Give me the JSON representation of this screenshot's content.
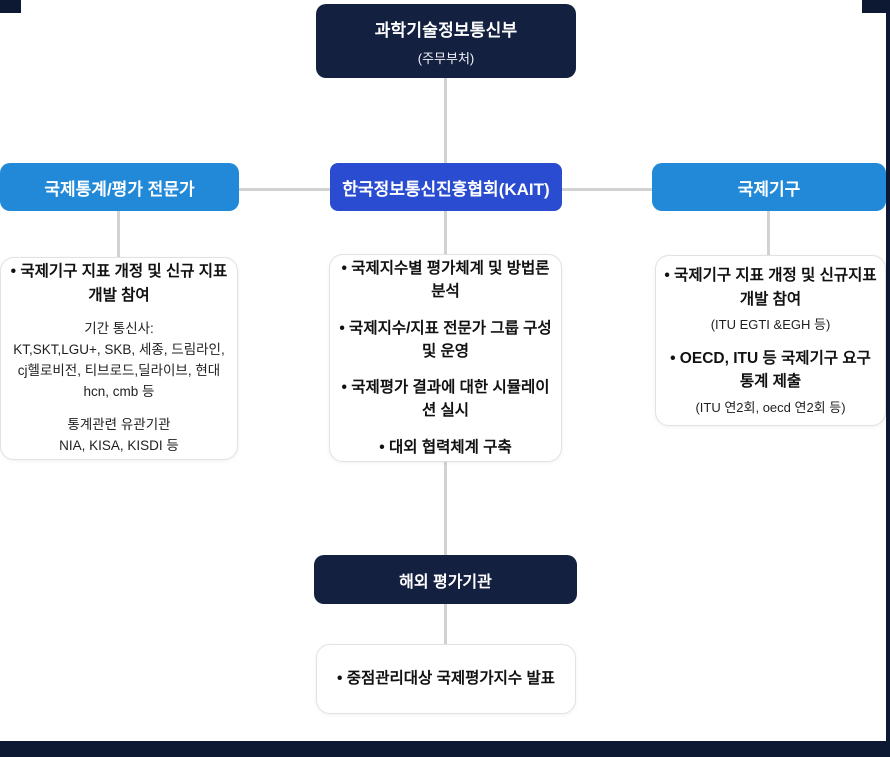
{
  "colors": {
    "navy": "#13203f",
    "azure": "#2189d8",
    "royal": "#2a4cd0",
    "connector": "#d2d2d2",
    "edge_dark": "#0d1833",
    "card_border": "#e2e2e2"
  },
  "nodes": {
    "ministry": {
      "title": "과학기술정보통신부",
      "subtitle": "(주무부처)"
    },
    "experts": {
      "label": "국제통계/평가 전문가"
    },
    "kait": {
      "label": "한국정보통신진흥협회(KAIT)"
    },
    "intl_orgs": {
      "label": "국제기구"
    },
    "overseas": {
      "label": "해외 평가기관"
    }
  },
  "cards": {
    "experts": {
      "bullet": "• 국제기구 지표 개정 및 신규 지표개발 참여",
      "groups": [
        {
          "title": "기간 통신사:",
          "body": "KT,SKT,LGU+, SKB, 세종, 드림라인, cj헬로비전, 티브로드,딜라이브, 현대 hcn, cmb 등"
        },
        {
          "title": "통계관련 유관기관",
          "body": "NIA, KISA, KISDI 등"
        }
      ]
    },
    "kait": {
      "bullets": [
        "• 국제지수별 평가체계 및 방법론 분석",
        "• 국제지수/지표 전문가 그룹 구성 및 운영",
        "• 국제평가 결과에 대한 시뮬레이션 실시",
        "• 대외 협력체계 구축"
      ]
    },
    "intl_orgs": {
      "items": [
        {
          "text": "• 국제기구 지표 개정 및 신규지표개발 참여",
          "note": "(ITU EGTI &EGH 등)"
        },
        {
          "text": "• OECD, ITU 등 국제기구 요구통계 제출",
          "note": "(ITU 연2회, oecd 연2회 등)"
        }
      ]
    },
    "overseas": {
      "bullet": "• 중점관리대상 국제평가지수 발표"
    }
  }
}
